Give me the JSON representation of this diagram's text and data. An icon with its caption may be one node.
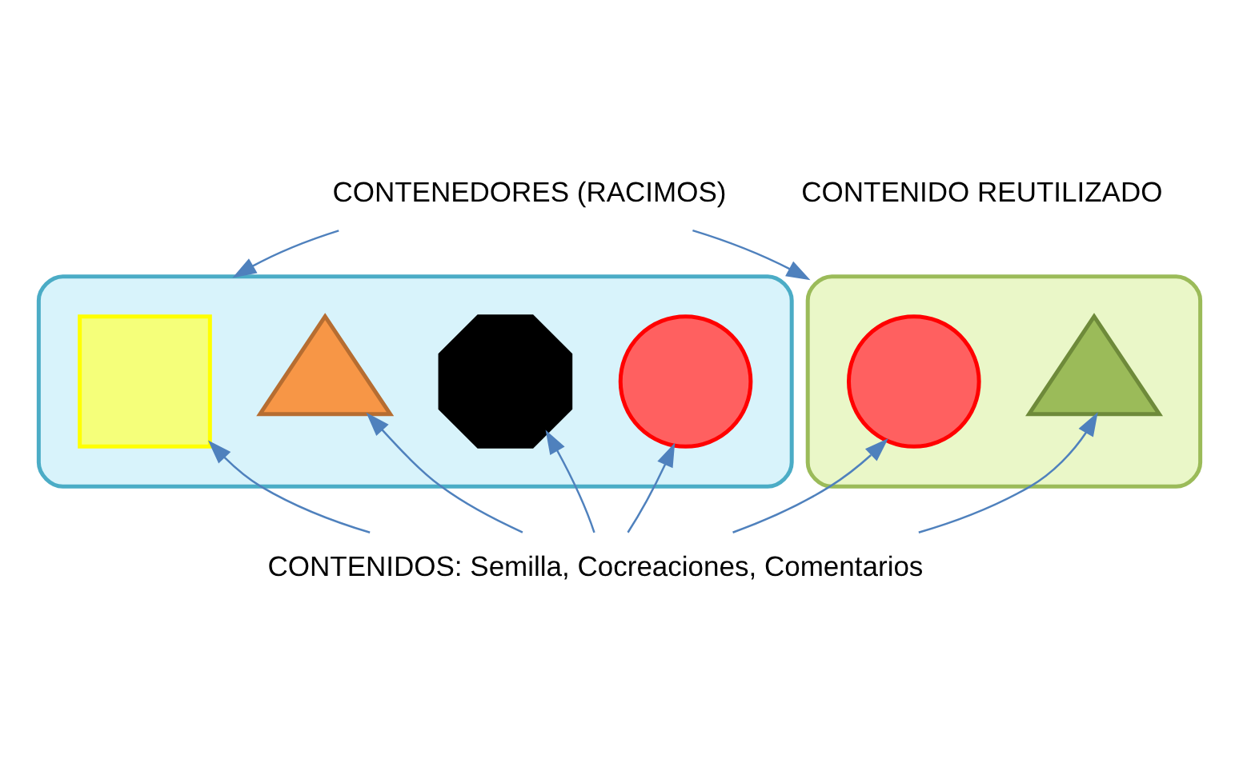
{
  "diagram": {
    "nodes": [
      {
        "text": [
          "CONTENEDORES (RACIMOS)"
        ]
      },
      {
        "text": [],
        "shape": "cylinder"
      },
      {
        "text": [],
        "shape": "box",
        "in": 1
      },
      {
        "text": [],
        "shape": "triangle",
        "in": 1
      },
      {
        "text": [],
        "shape": "octagon",
        "in": 1
      },
      {
        "text": [],
        "shape": "circle",
        "in": 1
      },
      {
        "text": [],
        "shape": "cylinder"
      },
      {
        "text": [],
        "shape": "circle",
        "in": 6
      },
      {
        "text": [],
        "shape": "triangle",
        "in": 6
      },
      {
        "text": [
          "CONTENIDOS: Semilla, Cocreaciones, Comentarios"
        ]
      }
    ],
    "edges": [
      {
        "from": 0,
        "to": 1,
        "arrow": "to"
      },
      {
        "from": 0,
        "to": 6,
        "arrow": "to"
      },
      {
        "from": 9,
        "to": 2,
        "arrow": "to"
      },
      {
        "from": 9,
        "to": 3,
        "arrow": "to"
      },
      {
        "from": 9,
        "to": 4,
        "arrow": "to"
      },
      {
        "from": 9,
        "to": 5,
        "arrow": "to"
      },
      {
        "from": 9,
        "to": 7,
        "arrow": "to"
      },
      {
        "from": 9,
        "to": 8,
        "arrow": "to"
      }
    ],
    "labels": [
      "CONTENIDO REUTILIZADO"
    ]
  }
}
